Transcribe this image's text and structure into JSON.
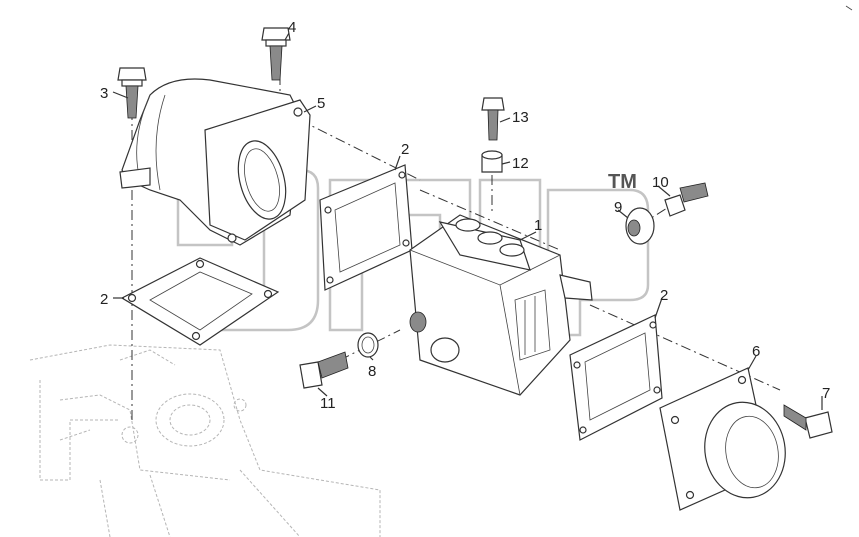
{
  "watermark_mark": "TM",
  "callouts": [
    "1",
    "2",
    "2",
    "2",
    "3",
    "4",
    "5",
    "6",
    "7",
    "8",
    "9",
    "10",
    "11",
    "12",
    "13"
  ],
  "labels": {
    "l1": "1",
    "l2a": "2",
    "l2b": "2",
    "l2c": "2",
    "l3": "3",
    "l4": "4",
    "l5": "5",
    "l6": "6",
    "l7": "7",
    "l8": "8",
    "l9": "9",
    "l10": "10",
    "l11": "11",
    "l12": "12",
    "l13": "13"
  }
}
